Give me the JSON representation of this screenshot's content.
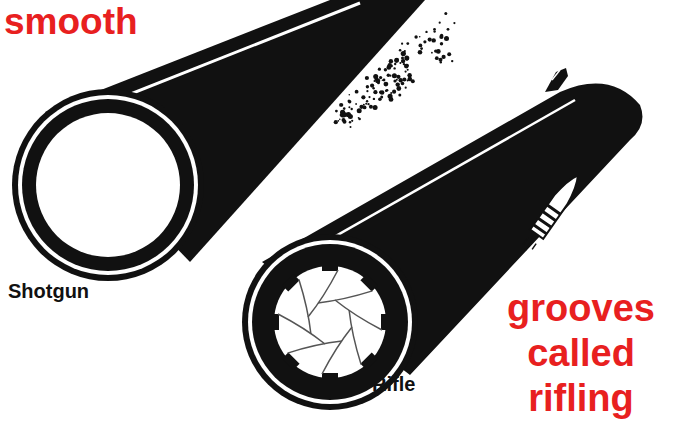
{
  "diagram": {
    "labels": [
      "smooth",
      "Shotgun",
      "Rifle",
      "grooves called rifling"
    ]
  }
}
